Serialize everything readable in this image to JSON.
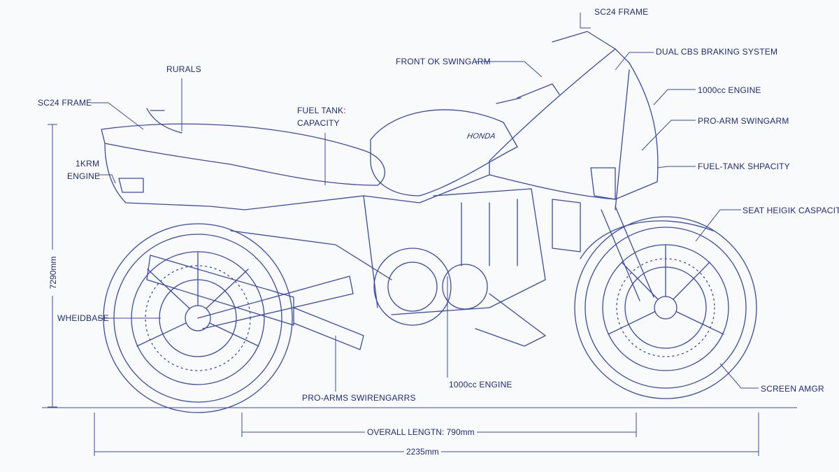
{
  "labels": {
    "sc24_frame_top": "SC24 FRAME",
    "dual_cbs": "DUAL CBS BRAKING SYSTEM",
    "front_swingarm": "FRONT OK SWINGARM",
    "engine_1000cc_right": "1000cc ENGINE",
    "pro_arm_swingarm": "PRO-ARM SWINGARM",
    "fuel_tank_capacity_right": "FUEL-TANK SHPACITY",
    "seat_height_capacity": "SEAT HEIGIK CASPACITY",
    "screen_amgr": "SCREEN AMGR",
    "rurals": "RURALS",
    "sc24_frame_left": "SC24 FRAME",
    "fuel_tank_line1": "FUEL TANK:",
    "fuel_tank_line2": "CAPACITY",
    "engine_left_line1": "1KRM",
    "engine_left_line2": "ENGINE",
    "wheelbase": "WHEIDBASE",
    "engine_1000cc_bottom": "1000cc ENGINE",
    "pro_arms_swingarms": "PRO-ARMS SWIRENGARRS"
  },
  "dimensions": {
    "height": "7290mm",
    "overall_length": "OVERALL LENGTN: 790mm",
    "total_length": "2235mm"
  },
  "brand_mark": "HONDA",
  "colors": {
    "ink": "#1e2b7a",
    "paper": "#f9fafc",
    "line": "#3a4aa8"
  }
}
